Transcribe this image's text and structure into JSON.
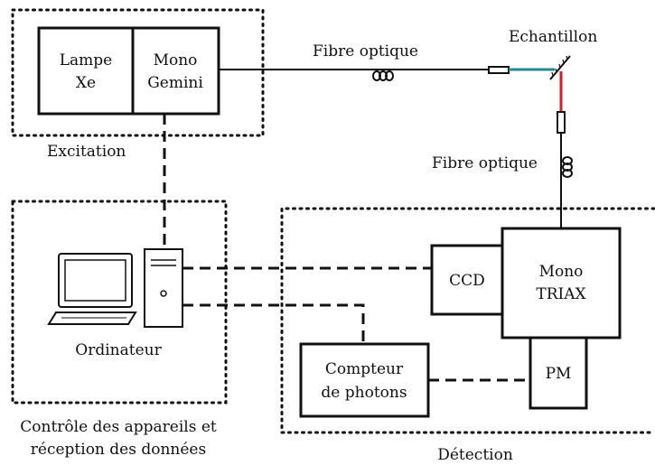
{
  "labels": {
    "lamp_line1": "Lampe",
    "lamp_line2": "Xe",
    "mono_gemini_line1": "Mono",
    "mono_gemini_line2": "Gemini",
    "fibre_top": "Fibre optique",
    "sample": "Echantillon",
    "excitation": "Excitation",
    "fibre_right": "Fibre optique",
    "ccd": "CCD",
    "mono_triax_line1": "Mono",
    "mono_triax_line2": "TRIAX",
    "computer": "Ordinateur",
    "counter_line1": "Compteur",
    "counter_line2": "de photons",
    "pm": "PM",
    "control_line1": "Contrôle des appareils et",
    "control_line2": "réception des données",
    "detection": "Détection"
  },
  "colors": {
    "line": "#111111",
    "fibre_blue_segment": "#1f8a94",
    "fibre_red_segment": "#d21f2f",
    "background": "#ffffff"
  },
  "icons": [
    "computer-monitor-icon",
    "tower-unit-icon",
    "fibre-coil-icon",
    "mirror-icon"
  ]
}
